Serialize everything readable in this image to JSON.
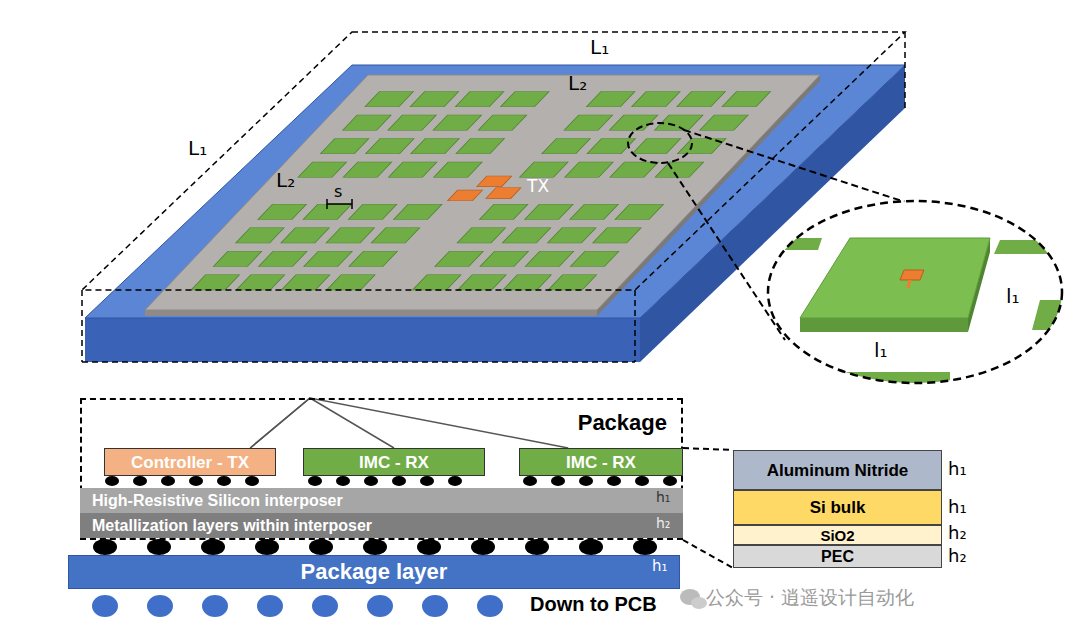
{
  "diagram": {
    "nodes": [
      {
        "text": [
          "Package"
        ]
      },
      {
        "text": [
          "Controller - TX"
        ],
        "in": 0
      },
      {
        "text": [
          "IMC - RX"
        ],
        "in": 0
      },
      {
        "text": [
          "IMC - RX"
        ],
        "in": 0
      },
      {
        "text": [
          "High-Resistive Silicon interposer"
        ],
        "in": 0
      },
      {
        "text": [
          "Metallization layers within interposer"
        ],
        "in": 0
      },
      {
        "text": [
          "Package layer"
        ]
      },
      {
        "text": [
          "Aluminum Nitride"
        ]
      },
      {
        "text": [
          "Si bulk"
        ]
      },
      {
        "text": [
          "SiO2"
        ]
      },
      {
        "text": [
          "PEC"
        ]
      }
    ],
    "edges": [
      {
        "from": 1,
        "to": 2,
        "arrow": "none"
      },
      {
        "from": 1,
        "to": 3,
        "arrow": "none"
      }
    ],
    "labels": [
      "L₁",
      "L₂",
      "L₁",
      "L₂",
      "s",
      "TX",
      "l₁",
      "l₁",
      "h₁",
      "h₂",
      "h₁",
      "h₁",
      "h₁",
      "h₂",
      "h₂",
      "Down to PCB",
      "公众号 · 逍遥设计自动化"
    ]
  }
}
